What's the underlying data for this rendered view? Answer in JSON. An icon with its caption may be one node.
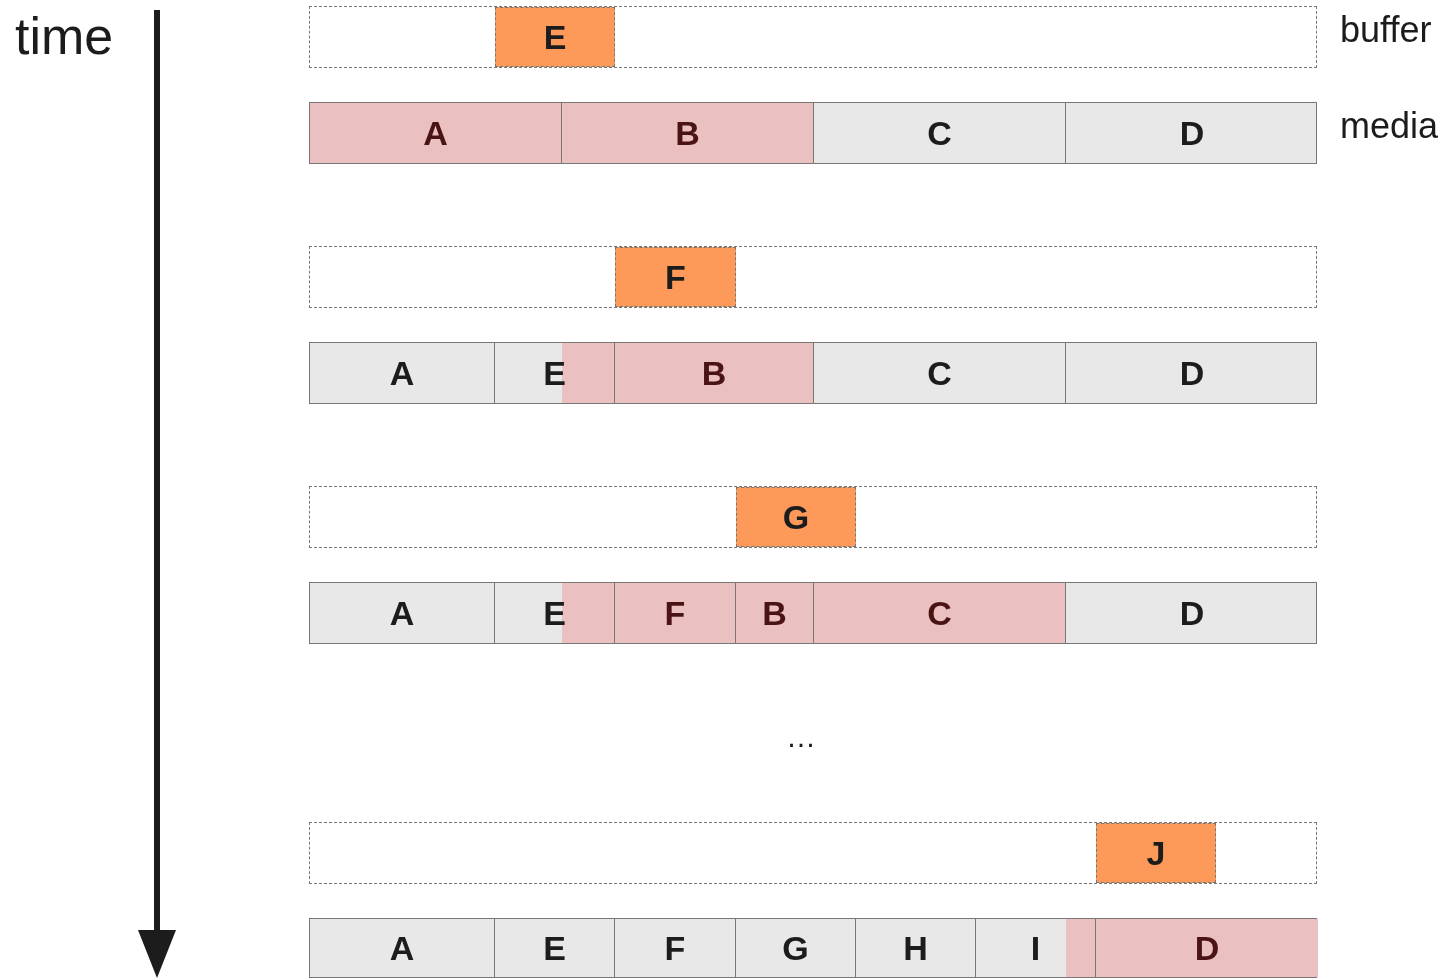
{
  "diagram": {
    "nodes": [
      {
        "text": [],
        "shape": "box",
        "beside": [
          "buffer"
        ]
      },
      {
        "text": [
          "E"
        ],
        "in": 0
      },
      {
        "text": [],
        "shape": "bar",
        "beside": [
          "media"
        ]
      },
      {
        "text": [
          "A"
        ],
        "in": 2
      },
      {
        "text": [
          "B"
        ],
        "in": 2
      },
      {
        "text": [
          "C"
        ],
        "in": 2
      },
      {
        "text": [
          "D"
        ],
        "in": 2
      },
      {
        "text": [],
        "shape": "box"
      },
      {
        "text": [
          "F"
        ],
        "in": 7
      },
      {
        "text": [],
        "shape": "bar"
      },
      {
        "text": [
          "A"
        ],
        "in": 9
      },
      {
        "text": [
          "E"
        ],
        "in": 9
      },
      {
        "text": [
          "B"
        ],
        "in": 9
      },
      {
        "text": [
          "C"
        ],
        "in": 9
      },
      {
        "text": [
          "D"
        ],
        "in": 9
      },
      {
        "text": [],
        "shape": "box"
      },
      {
        "text": [
          "G"
        ],
        "in": 15
      },
      {
        "text": [],
        "shape": "bar"
      },
      {
        "text": [
          "A"
        ],
        "in": 17
      },
      {
        "text": [
          "E"
        ],
        "in": 17
      },
      {
        "text": [
          "F"
        ],
        "in": 17
      },
      {
        "text": [
          "B"
        ],
        "in": 17
      },
      {
        "text": [
          "C"
        ],
        "in": 17
      },
      {
        "text": [
          "D"
        ],
        "in": 17
      },
      {
        "text": [],
        "shape": "box"
      },
      {
        "text": [
          "J"
        ],
        "in": 24
      },
      {
        "text": [],
        "shape": "bar"
      },
      {
        "text": [
          "A"
        ],
        "in": 26
      },
      {
        "text": [
          "E"
        ],
        "in": 26
      },
      {
        "text": [
          "F"
        ],
        "in": 26
      },
      {
        "text": [
          "G"
        ],
        "in": 26
      },
      {
        "text": [
          "H"
        ],
        "in": 26
      },
      {
        "text": [
          "I"
        ],
        "in": 26
      },
      {
        "text": [
          "D"
        ],
        "in": 26
      }
    ],
    "labels": [
      "time",
      "…"
    ]
  }
}
